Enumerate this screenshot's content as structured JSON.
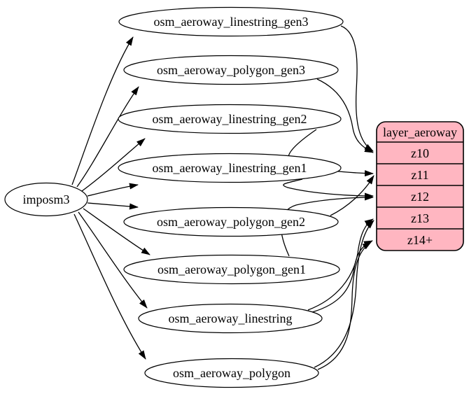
{
  "diagram": {
    "background_color": "#ffffff",
    "line_color": "#000000",
    "text_color": "#000000",
    "source": {
      "label": "imposm3"
    },
    "tables": [
      {
        "label": "osm_aeroway_linestring_gen3"
      },
      {
        "label": "osm_aeroway_polygon_gen3"
      },
      {
        "label": "osm_aeroway_linestring_gen2"
      },
      {
        "label": "osm_aeroway_linestring_gen1"
      },
      {
        "label": "osm_aeroway_polygon_gen2"
      },
      {
        "label": "osm_aeroway_polygon_gen1"
      },
      {
        "label": "osm_aeroway_linestring"
      },
      {
        "label": "osm_aeroway_polygon"
      }
    ],
    "layer": {
      "title": "layer_aeroway",
      "fill_color": "#ffb6c1",
      "rows": [
        {
          "label": "z10"
        },
        {
          "label": "z11"
        },
        {
          "label": "z12"
        },
        {
          "label": "z13"
        },
        {
          "label": "z14+"
        }
      ]
    },
    "edges": [
      {
        "from": "imposm3",
        "to": "osm_aeroway_linestring_gen3"
      },
      {
        "from": "imposm3",
        "to": "osm_aeroway_polygon_gen3"
      },
      {
        "from": "imposm3",
        "to": "osm_aeroway_linestring_gen2"
      },
      {
        "from": "imposm3",
        "to": "osm_aeroway_linestring_gen1"
      },
      {
        "from": "imposm3",
        "to": "osm_aeroway_polygon_gen2"
      },
      {
        "from": "imposm3",
        "to": "osm_aeroway_polygon_gen1"
      },
      {
        "from": "imposm3",
        "to": "osm_aeroway_linestring"
      },
      {
        "from": "imposm3",
        "to": "osm_aeroway_polygon"
      },
      {
        "from": "osm_aeroway_linestring_gen3",
        "to": "layer_aeroway:z10"
      },
      {
        "from": "osm_aeroway_polygon_gen3",
        "to": "layer_aeroway:z10"
      },
      {
        "from": "osm_aeroway_linestring_gen2",
        "to": "layer_aeroway:z11"
      },
      {
        "from": "osm_aeroway_polygon_gen2",
        "to": "layer_aeroway:z11"
      },
      {
        "from": "osm_aeroway_linestring_gen1",
        "to": "layer_aeroway:z12"
      },
      {
        "from": "osm_aeroway_polygon_gen1",
        "to": "layer_aeroway:z12"
      },
      {
        "from": "osm_aeroway_linestring",
        "to": "layer_aeroway:z13"
      },
      {
        "from": "osm_aeroway_polygon",
        "to": "layer_aeroway:z13"
      },
      {
        "from": "osm_aeroway_linestring",
        "to": "layer_aeroway:z14+"
      },
      {
        "from": "osm_aeroway_polygon",
        "to": "layer_aeroway:z14+"
      }
    ]
  }
}
